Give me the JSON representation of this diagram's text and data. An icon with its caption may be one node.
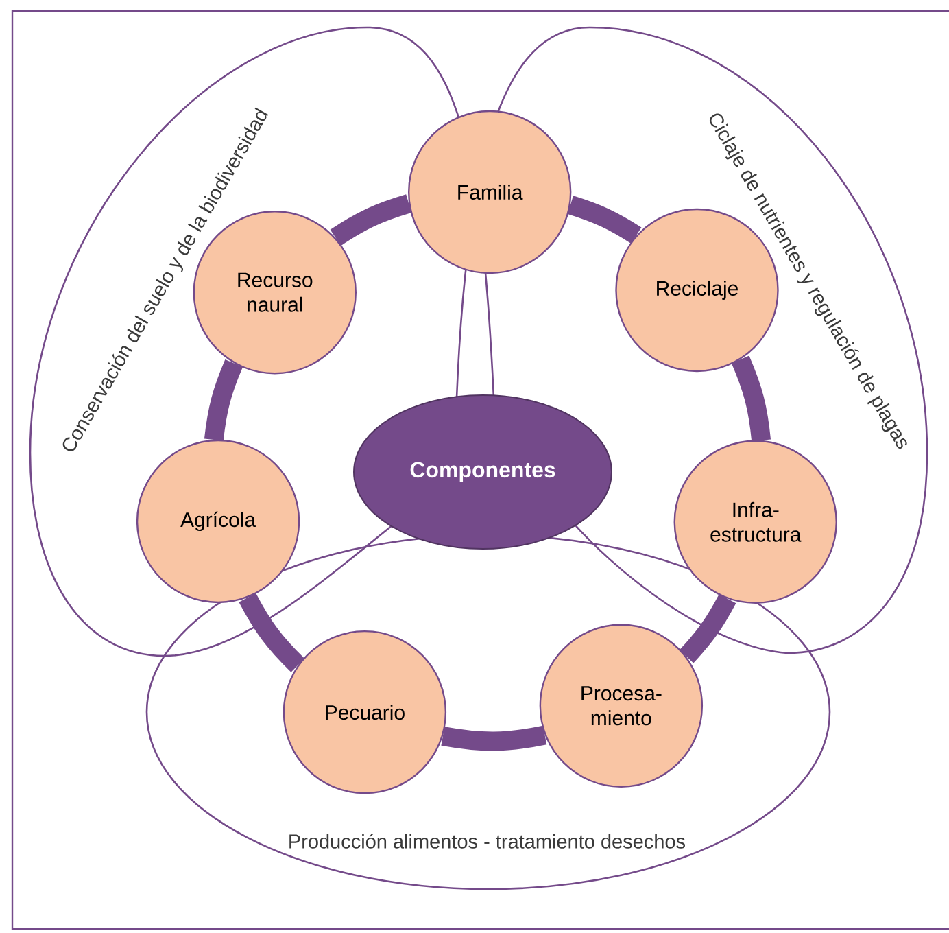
{
  "diagram": {
    "nodes": [
      {
        "text": [
          "Familia"
        ]
      },
      {
        "text": [
          "Recurso naural"
        ]
      },
      {
        "text": [
          "Reciclaje"
        ]
      },
      {
        "text": [
          "Componentes"
        ]
      },
      {
        "text": [
          "Agrícola"
        ]
      },
      {
        "text": [
          "Infra- estructura"
        ]
      },
      {
        "text": [
          "Pecuario"
        ]
      },
      {
        "text": [
          "Procesa- miento"
        ]
      }
    ],
    "edges": [
      {
        "from": 0,
        "to": 2,
        "arrow": "none"
      },
      {
        "from": 2,
        "to": 5,
        "arrow": "none"
      },
      {
        "from": 5,
        "to": 7,
        "arrow": "none"
      },
      {
        "from": 7,
        "to": 6,
        "arrow": "none"
      },
      {
        "from": 6,
        "to": 4,
        "arrow": "none"
      },
      {
        "from": 4,
        "to": 1,
        "arrow": "none"
      },
      {
        "from": 1,
        "to": 0,
        "arrow": "none"
      }
    ],
    "labels": [
      "Conservación del suelo y de la biodiversidad",
      "Ciclaje de nutrientes y regulación de plagas",
      "Producción alimentos - tratamiento desechos"
    ]
  }
}
